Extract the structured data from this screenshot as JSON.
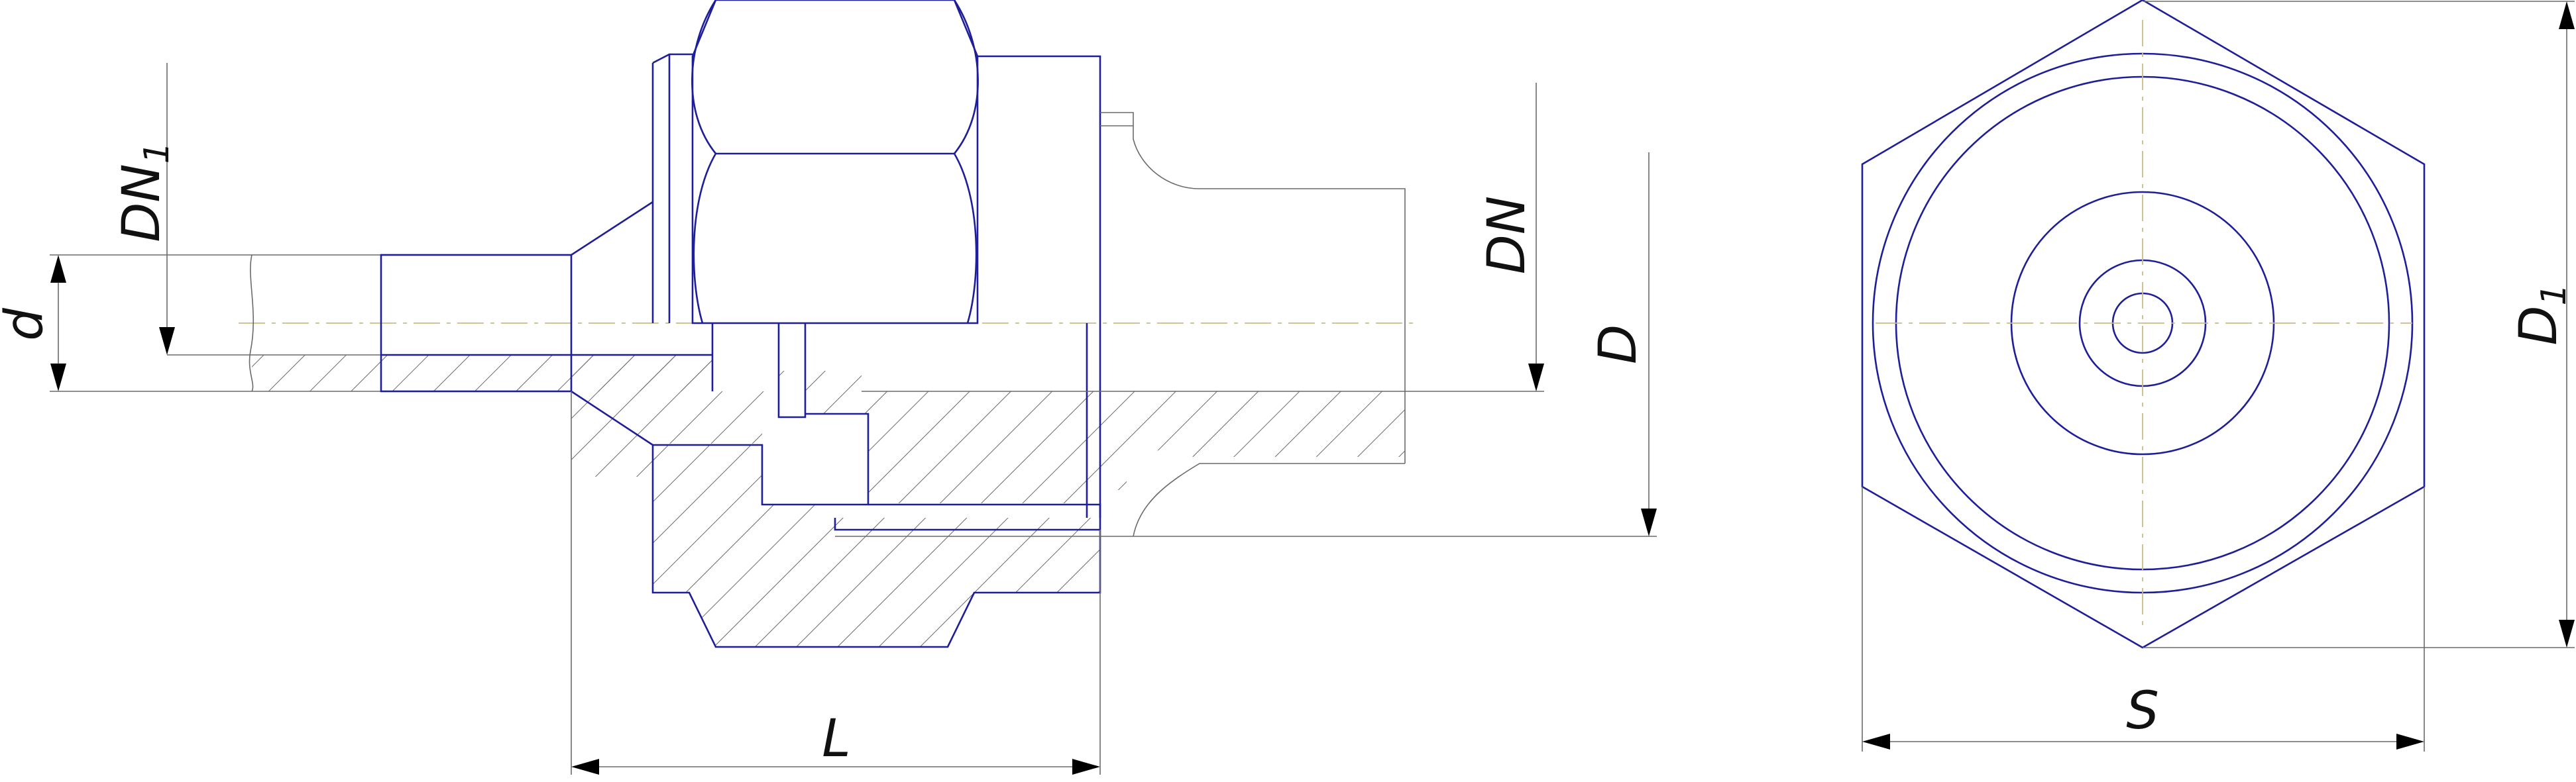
{
  "labels": {
    "d": "d",
    "dn1_main": "DN",
    "dn1_sub": "1",
    "dn": "DN",
    "D": "D",
    "L": "L",
    "S": "S",
    "D1_main": "D",
    "D1_sub": "1"
  },
  "colors": {
    "outline": "#1e1e9a",
    "dimension_line": "#6a6a6a",
    "axis_line": "#c8bc86",
    "hatch": "#6a6a6a"
  }
}
